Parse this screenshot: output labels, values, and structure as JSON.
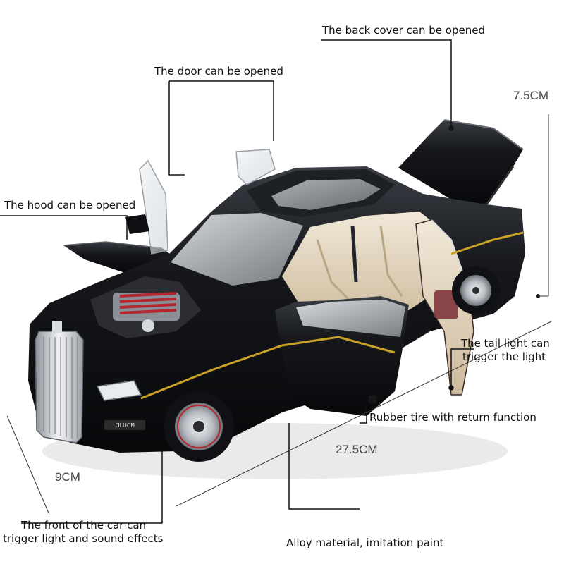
{
  "annotations": {
    "back_cover": "The back cover can be opened",
    "door": "The door can be opened",
    "hood": "The hood can be opened",
    "tail_light_line1": "The tail light can",
    "tail_light_line2": "trigger the light",
    "tire_prefix": "橡:",
    "tire": "Rubber tire with return function",
    "front_line1": "The front of the car can",
    "front_line2": "trigger light and sound effects",
    "material": "Alloy material, imitation paint"
  },
  "dimensions": {
    "height": "7.5CM",
    "length": "27.5CM",
    "width": "9CM"
  },
  "plate_text": "ᗡᒪᑌᑕM",
  "colors": {
    "body": "#14161a",
    "interior": "#e6d9c3",
    "accent_stripe": "#c9a227",
    "chrome": "#c8ccd2",
    "engine_red": "#b3262e",
    "leader_lines": "#111111"
  }
}
